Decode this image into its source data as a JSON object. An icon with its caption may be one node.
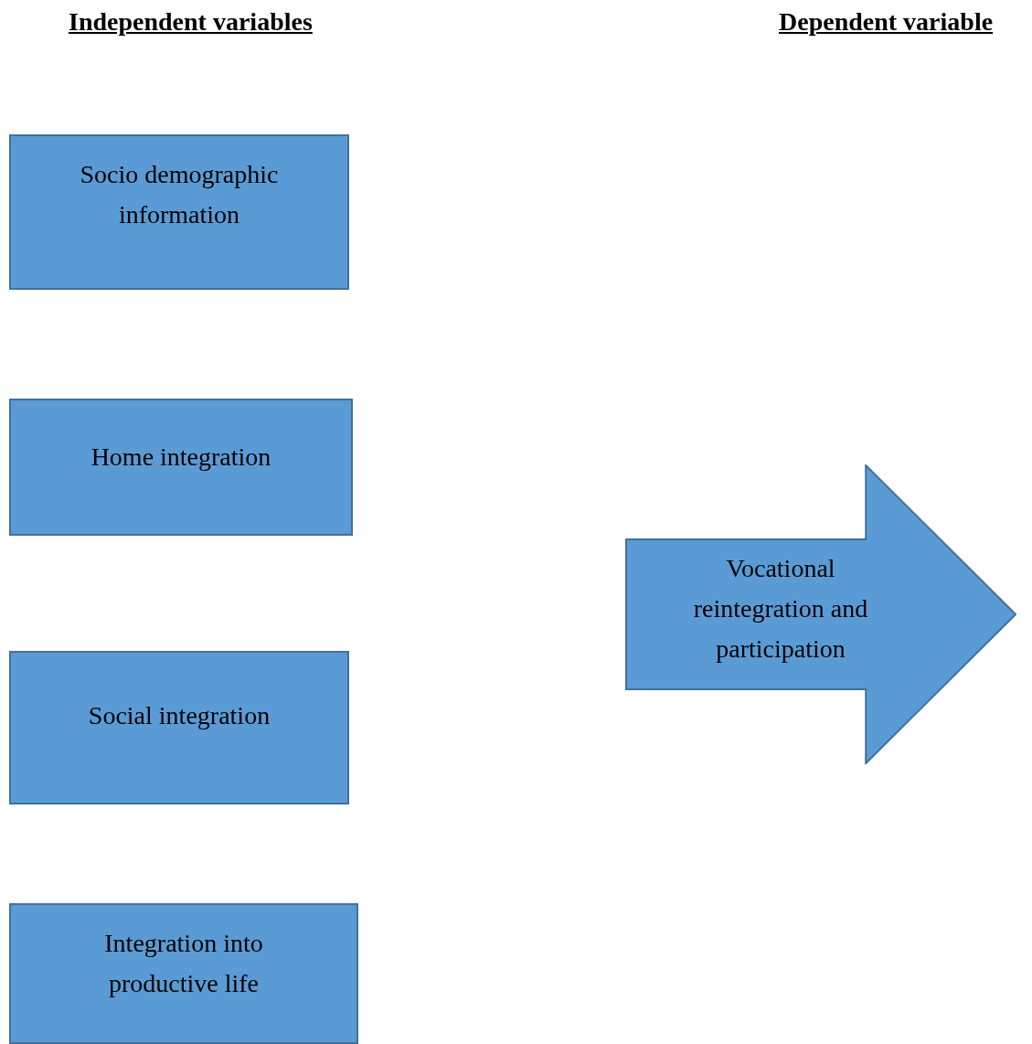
{
  "diagram": {
    "nodes": [
      {
        "text": [
          "Socio demographic information"
        ]
      },
      {
        "text": [
          "Home integration"
        ]
      },
      {
        "text": [
          "Social integration"
        ]
      },
      {
        "text": [
          "Integration into productive life"
        ]
      },
      {
        "text": [
          "Vocational reintegration and participation"
        ]
      }
    ],
    "labels": [
      "Independent variables",
      "Dependent variable"
    ]
  }
}
